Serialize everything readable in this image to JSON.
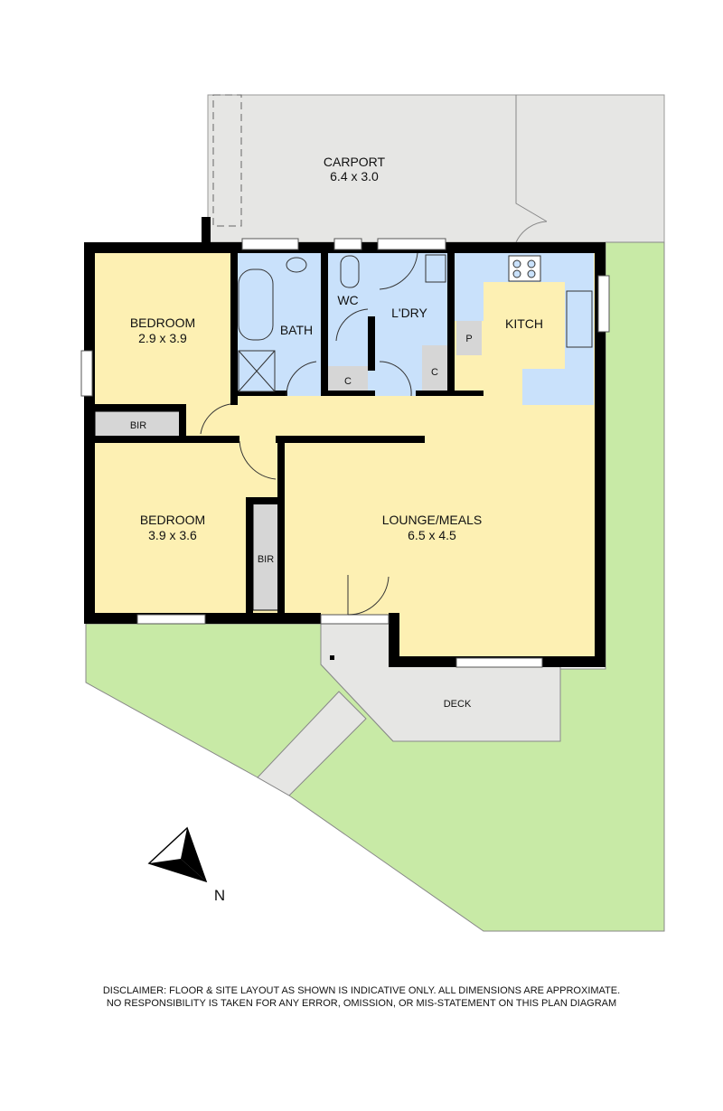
{
  "rooms": {
    "carport": {
      "name": "CARPORT",
      "size": "6.4 x 3.0"
    },
    "bedroom1": {
      "name": "BEDROOM",
      "size": "2.9 x 3.9"
    },
    "bedroom2": {
      "name": "BEDROOM",
      "size": "3.9 x 3.6"
    },
    "bath": {
      "name": "BATH"
    },
    "wc": {
      "name": "WC"
    },
    "laundry": {
      "name": "L'DRY"
    },
    "kitchen": {
      "name": "KITCH"
    },
    "lounge": {
      "name": "LOUNGE/MEALS",
      "size": "6.5 x 4.5"
    },
    "deck": {
      "name": "DECK"
    },
    "bir1": {
      "name": "BIR"
    },
    "bir2": {
      "name": "BIR"
    },
    "cupboard1": {
      "name": "C"
    },
    "cupboard2": {
      "name": "C"
    },
    "pantry": {
      "name": "P"
    }
  },
  "compass": {
    "label": "N"
  },
  "disclaimer": {
    "line1": "DISCLAIMER: FLOOR & SITE LAYOUT AS SHOWN IS INDICATIVE ONLY. ALL DIMENSIONS ARE APPROXIMATE.",
    "line2": "NO RESPONSIBILITY IS TAKEN FOR ANY ERROR, OMISSION, OR MIS-STATEMENT ON THIS PLAN DIAGRAM"
  },
  "colors": {
    "wall": "#000000",
    "living": "#fdf0b3",
    "wet": "#c9e1fb",
    "storage": "#d6d6d6",
    "lawn": "#c8eaa6",
    "paving": "#e6e6e4"
  }
}
